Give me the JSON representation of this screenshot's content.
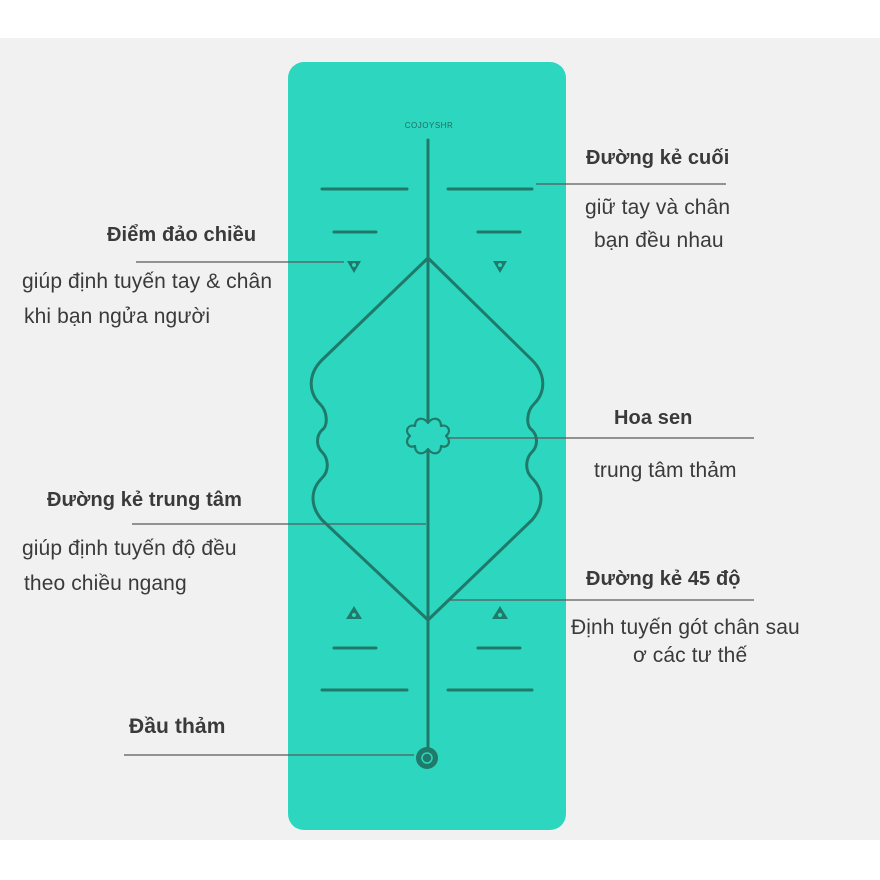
{
  "brand_text": "COJOYSHR",
  "colors": {
    "background": "#f1f1f1",
    "mat": "#2dd6bf",
    "mat_lines": "#1f7a6a",
    "leader_lines": "#555555",
    "text": "#3a3a3a"
  },
  "annotations": {
    "end_line": {
      "title": "Đường kẻ cuối",
      "desc1": "giữ tay và chân",
      "desc2": "bạn đều nhau"
    },
    "reverse_point": {
      "title": "Điểm đảo chiều",
      "desc1": "giúp định tuyến tay & chân",
      "desc2": "khi bạn ngửa người"
    },
    "lotus": {
      "title": "Hoa sen",
      "desc1": "trung tâm thảm"
    },
    "center_line": {
      "title": "Đường kẻ trung tâm",
      "desc1": "giúp định tuyến độ đều",
      "desc2": "theo chiều ngang"
    },
    "line_45": {
      "title": "Đường kẻ 45 độ",
      "desc1": "Định tuyến gót chân sau",
      "desc2": "ơ các tư thế"
    },
    "mat_head": {
      "title": "Đầu thảm"
    }
  }
}
